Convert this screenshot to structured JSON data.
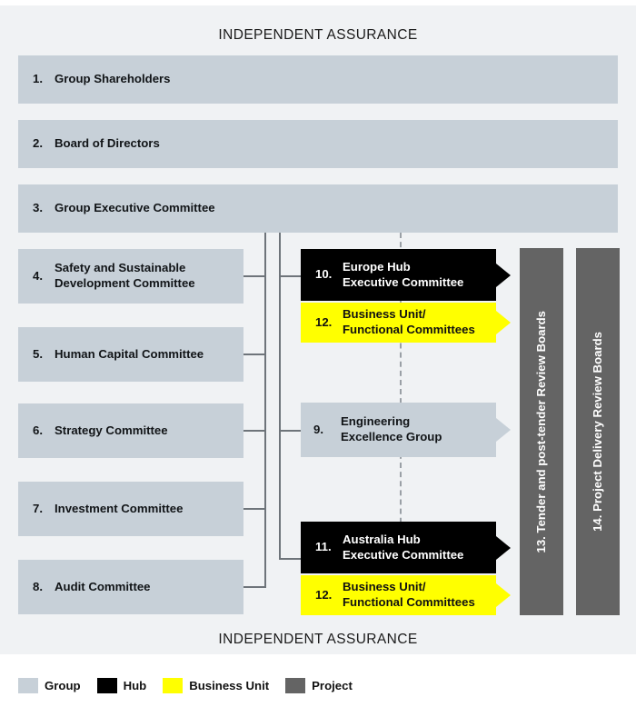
{
  "headings": {
    "top": "INDEPENDENT ASSURANCE",
    "bottom": "INDEPENDENT ASSURANCE"
  },
  "group_column": [
    {
      "num": "1.",
      "label": "Group Shareholders"
    },
    {
      "num": "2.",
      "label": "Board of Directors"
    },
    {
      "num": "3.",
      "label": "Group Executive Committee"
    },
    {
      "num": "4.",
      "label": "Safety and Sustainable\nDevelopment Committee"
    },
    {
      "num": "5.",
      "label": "Human Capital Committee"
    },
    {
      "num": "6.",
      "label": "Strategy Committee"
    },
    {
      "num": "7.",
      "label": "Investment Committee"
    },
    {
      "num": "8.",
      "label": "Audit Committee"
    }
  ],
  "centre_column": [
    {
      "num": "10.",
      "label": "Europe Hub\nExecutive Committee",
      "type": "hub"
    },
    {
      "num": "12.",
      "label": "Business Unit/\nFunctional Committees",
      "type": "business-unit"
    },
    {
      "num": "9.",
      "label": "Engineering\nExcellence Group",
      "type": "group"
    },
    {
      "num": "11.",
      "label": "Australia Hub\nExecutive Committee",
      "type": "hub"
    },
    {
      "num": "12.",
      "label": "Business Unit/\nFunctional Committees",
      "type": "business-unit"
    }
  ],
  "project_columns": [
    {
      "num": "13.",
      "label": "13. Tender and post-tender Review Boards"
    },
    {
      "num": "14.",
      "label": "14. Project Delivery Review Boards"
    }
  ],
  "legend": [
    {
      "label": "Group",
      "color": "#c7d0d8"
    },
    {
      "label": "Hub",
      "color": "#000000"
    },
    {
      "label": "Business Unit",
      "color": "#ffff00"
    },
    {
      "label": "Project",
      "color": "#646464"
    }
  ],
  "colors": {
    "group": "#c7d0d8",
    "hub": "#000000",
    "business_unit": "#ffff00",
    "project": "#646464",
    "panel_background": "#f0f2f4",
    "connector": "#6e747a",
    "dashed_connector": "#9aa0a6"
  }
}
